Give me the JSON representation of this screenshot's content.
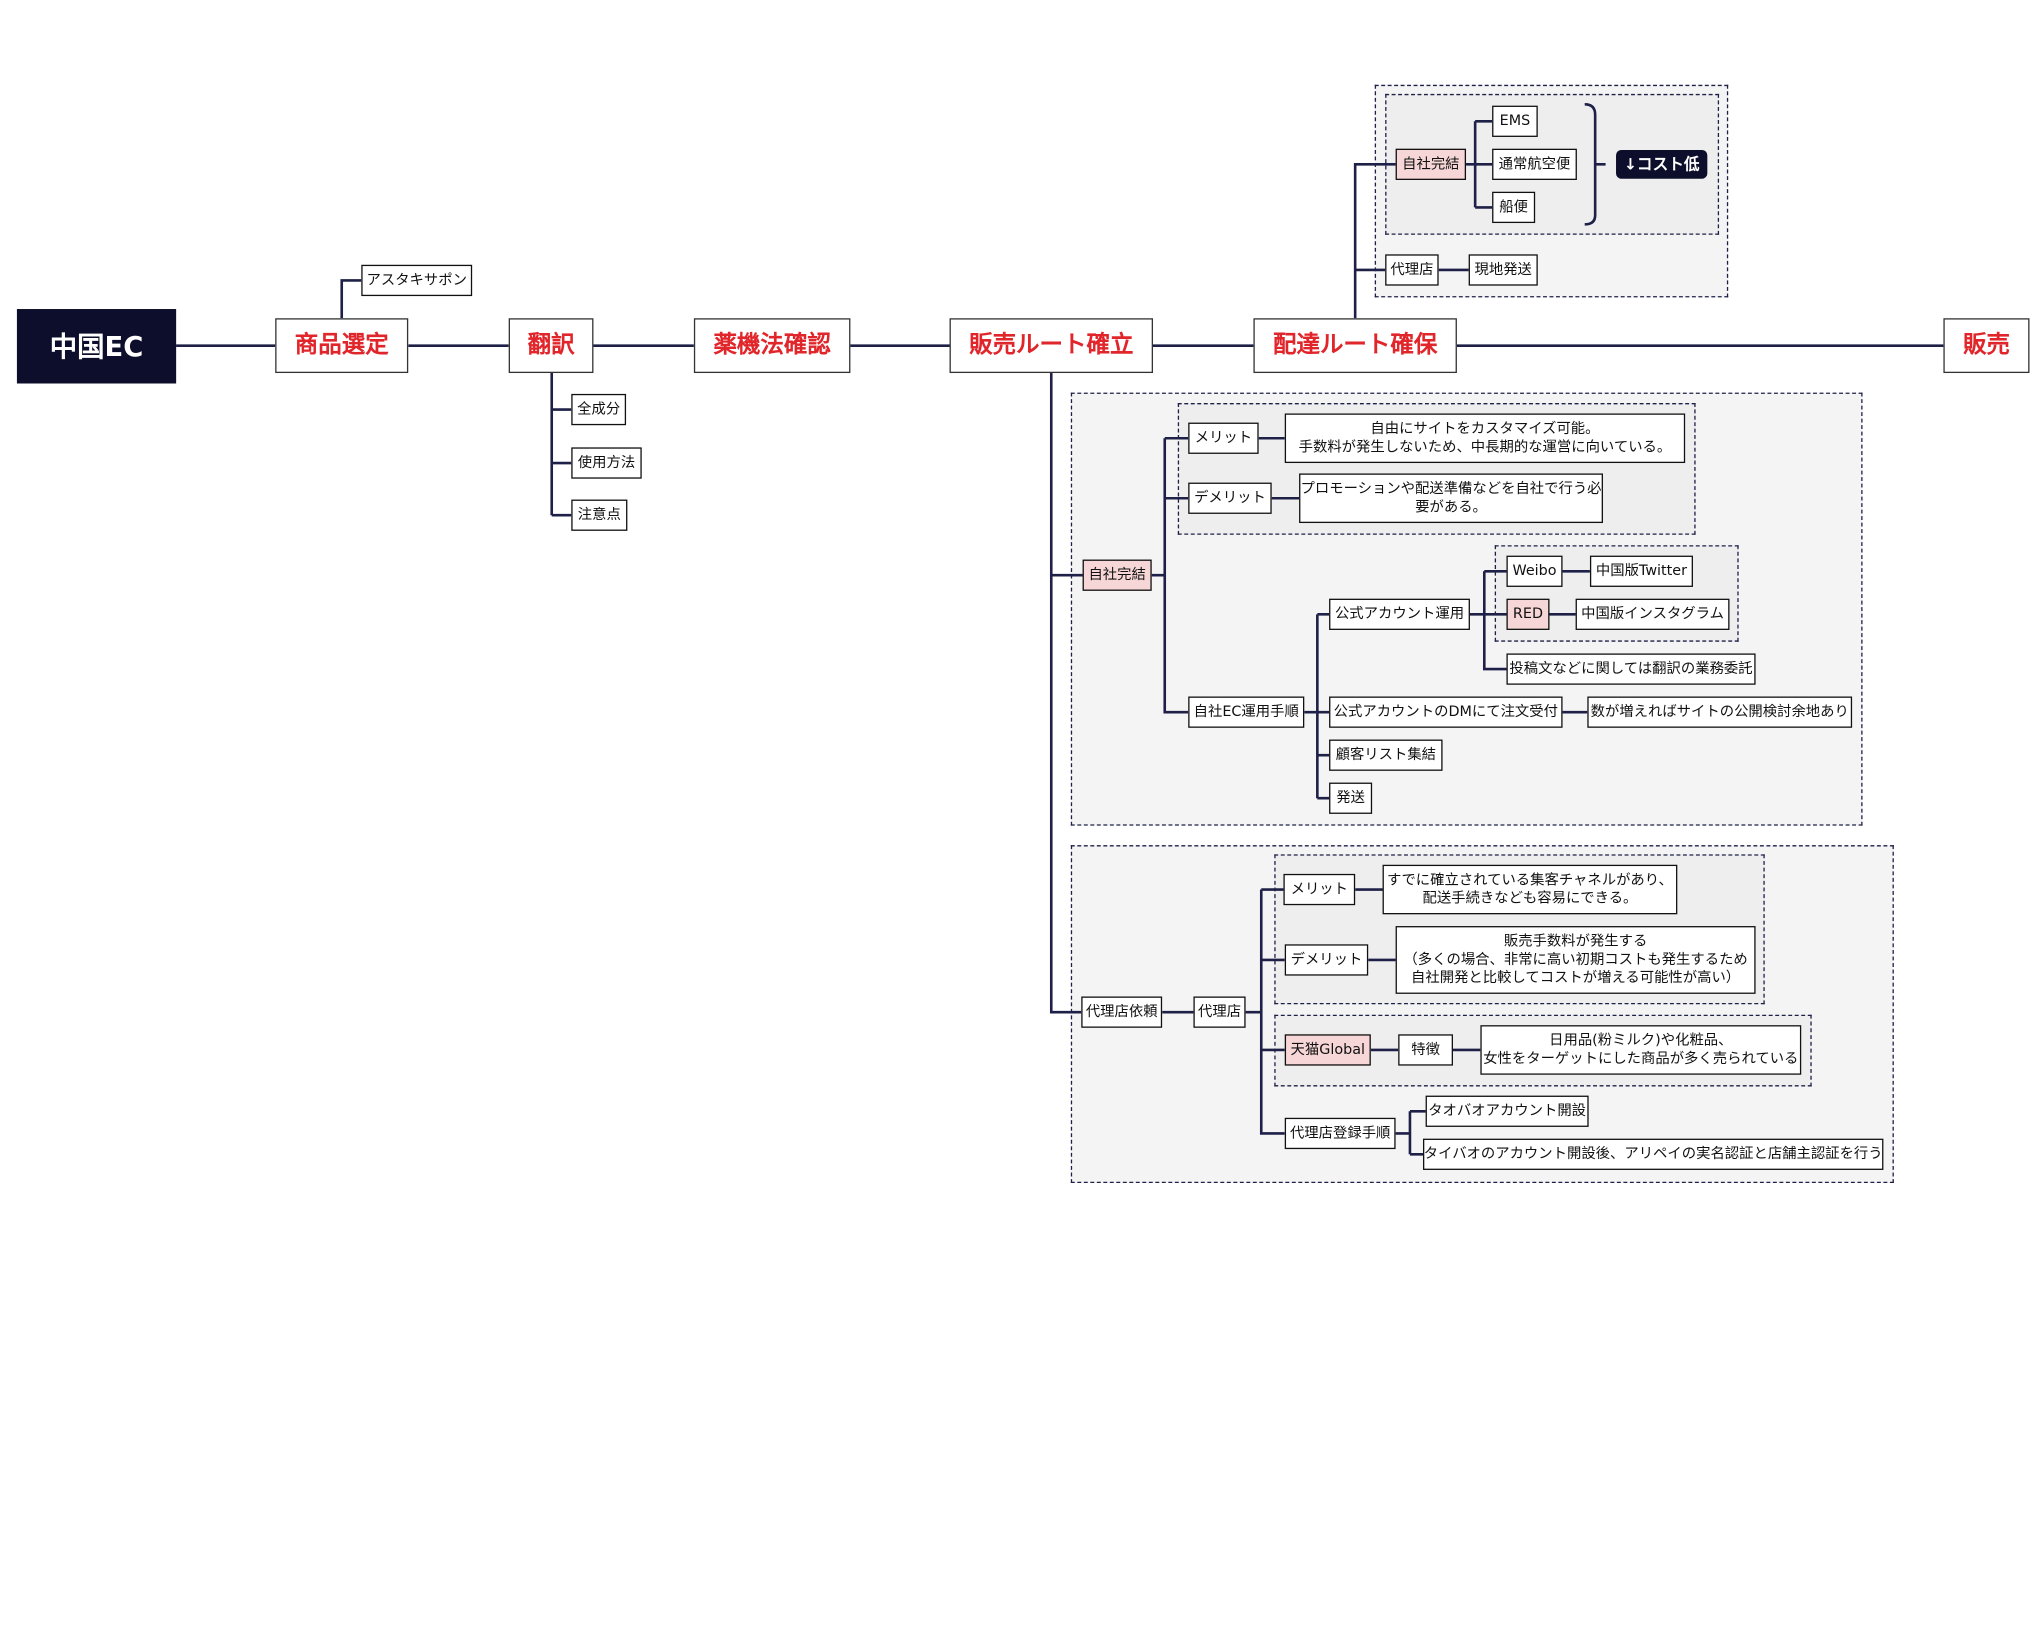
{
  "root": "中国EC",
  "main_steps": {
    "product": "商品選定",
    "translation": "翻訳",
    "pharma": "薬機法確認",
    "sales_route": "販売ルート確立",
    "delivery": "配達ルート確保",
    "sales": "販売"
  },
  "product": {
    "item": "アスタキサポン"
  },
  "translation": {
    "items": [
      "全成分",
      "使用方法",
      "注意点"
    ]
  },
  "delivery": {
    "self": "自社完結",
    "methods": [
      "EMS",
      "通常航空便",
      "船便"
    ],
    "cost_label": "↓コスト低",
    "agent": "代理店",
    "agent_method": "現地発送"
  },
  "sales_route": {
    "self": {
      "label": "自社完結",
      "merit": "メリット",
      "merit_text": [
        "自由にサイトをカスタマイズ可能。",
        "手数料が発生しないため、中長期的な運営に向いている。"
      ],
      "demerit": "デメリット",
      "demerit_text": [
        "プロモーションや配送準備などを自社で行う必",
        "要がある。"
      ],
      "ec_steps": "自社EC運用手順",
      "official": "公式アカウント運用",
      "weibo": "Weibo",
      "weibo_desc": "中国版Twitter",
      "red": "RED",
      "red_desc": "中国版インスタグラム",
      "outsourcing": "投稿文などに関しては翻訳の業務委託",
      "dm": "公式アカウントのDMにて注文受付",
      "dm_note": "数が増えればサイトの公開検討余地あり",
      "customer_list": "顧客リスト集結",
      "shipping": "発送"
    },
    "agent": {
      "label": "代理店依頼",
      "agent": "代理店",
      "merit": "メリット",
      "merit_text": [
        "すでに確立されている集客チャネルがあり、",
        "配送手続きなども容易にできる。"
      ],
      "demerit": "デメリット",
      "demerit_text": [
        "販売手数料が発生する",
        "（多くの場合、非常に高い初期コストも発生するため",
        "自社開発と比較してコストが増える可能性が高い）"
      ],
      "tmall": "天猫Global",
      "feature": "特徴",
      "feature_text": [
        "日用品(粉ミルク)や化粧品、",
        "女性をターゲットにした商品が多く売られている"
      ],
      "register_steps": "代理店登録手順",
      "register_items": [
        "タオバオアカウント開設",
        "タイバオのアカウント開設後、アリペイの実名認証と店舗主認証を行う"
      ]
    }
  }
}
